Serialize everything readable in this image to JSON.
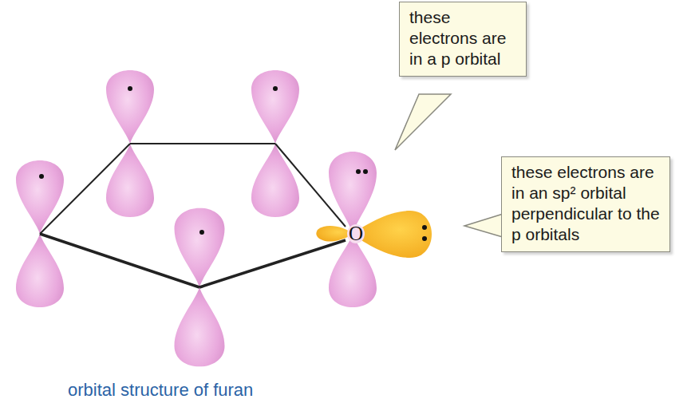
{
  "diagram": {
    "caption": "orbital structure of furan",
    "nodes": [
      {
        "text": [
          "these electrons are in a p orbital"
        ]
      },
      {
        "text": [
          "these electrons are in an sp² orbital perpendicular to the p orbitals"
        ]
      }
    ],
    "labels": [
      "O"
    ]
  }
}
